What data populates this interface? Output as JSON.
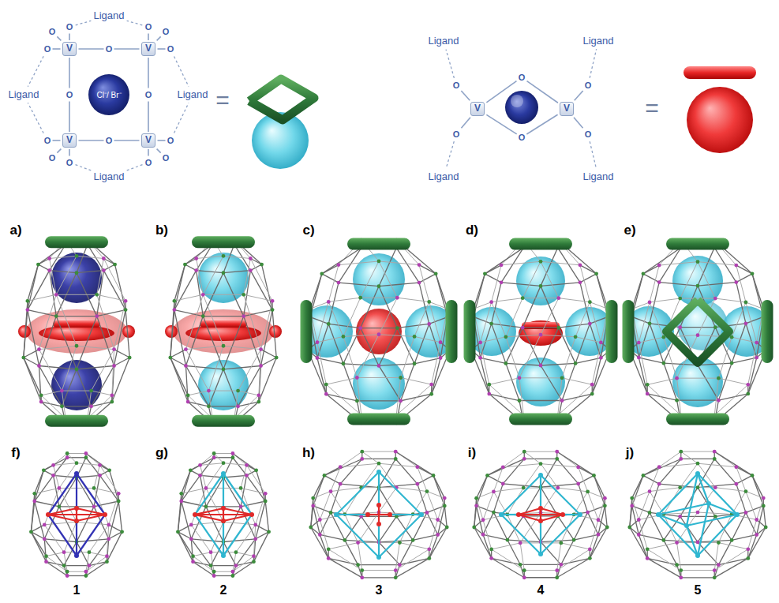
{
  "diagram": {
    "nodes": [
      {
        "text": [
          "V"
        ]
      },
      {
        "text": [
          "V"
        ]
      },
      {
        "text": [
          "Cl⁻/ Br⁻"
        ]
      },
      {
        "text": [
          "V"
        ]
      },
      {
        "text": [
          "V"
        ]
      },
      {
        "text": [
          "V"
        ]
      },
      {
        "text": [
          "V"
        ]
      }
    ],
    "labels": [
      "Ligand",
      "Ligand",
      "Ligand",
      "Ligand",
      "O",
      "O",
      "O",
      "O",
      "O",
      "O",
      "O",
      "O",
      "O",
      "O",
      "O",
      "O",
      "O",
      "O",
      "O",
      "O",
      "=",
      "Ligand",
      "Ligand",
      "Ligand",
      "Ligand",
      "O",
      "O",
      "O",
      "O",
      "O",
      "O",
      "=",
      "a)",
      "b)",
      "c)",
      "d)",
      "e)",
      "f)",
      "g)",
      "h)",
      "i)",
      "j)",
      "1",
      "2",
      "3",
      "4",
      "5"
    ]
  }
}
